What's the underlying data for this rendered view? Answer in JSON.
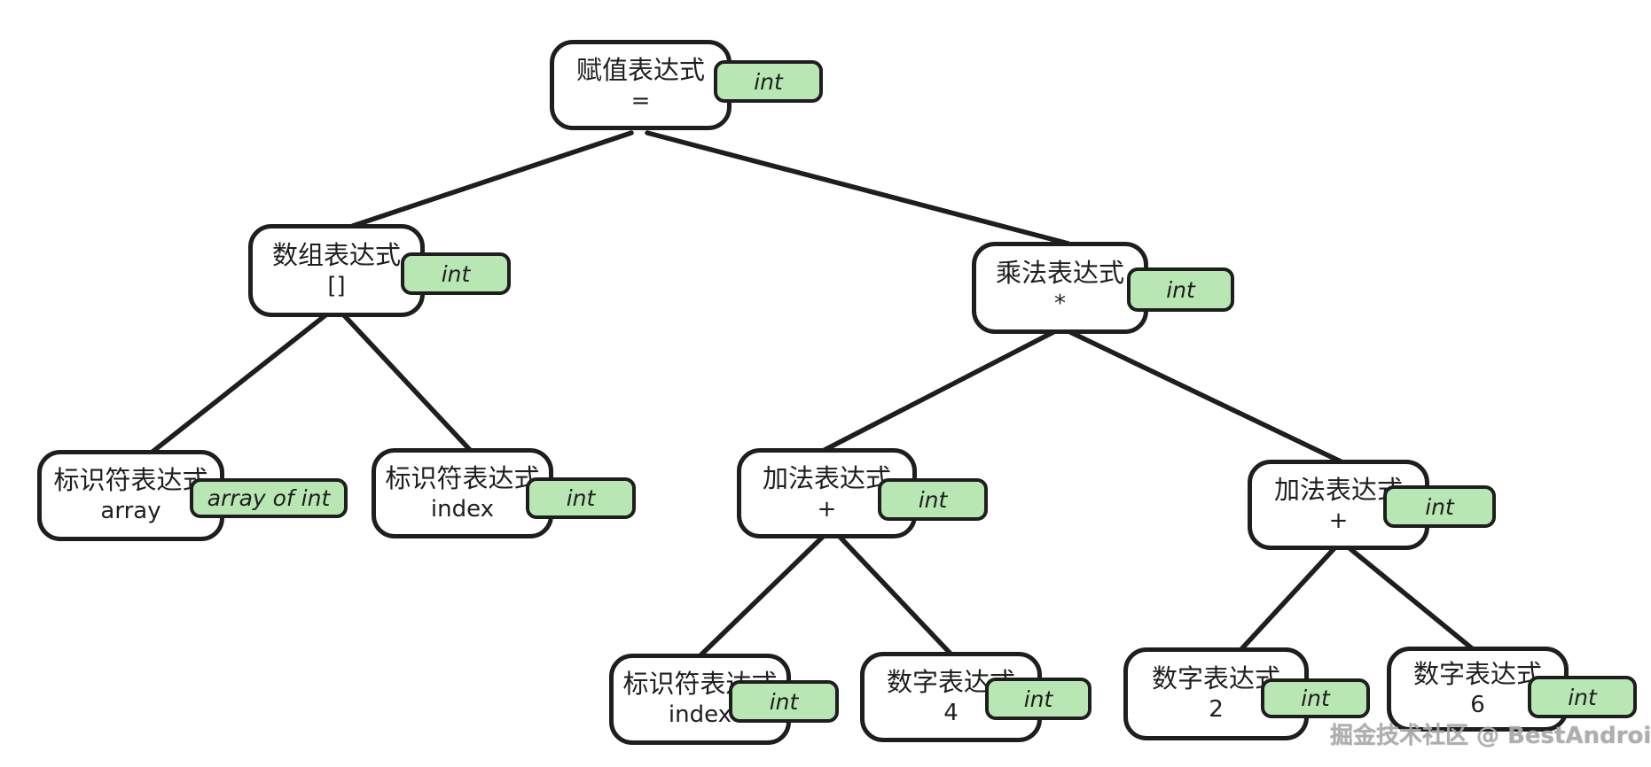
{
  "diagram": {
    "nodes": [
      {
        "title": "赋值表达式",
        "subtitle": "=",
        "type": "int"
      },
      {
        "title": "数组表达式",
        "subtitle": "[]",
        "type": "int"
      },
      {
        "title": "乘法表达式",
        "subtitle": "*",
        "type": "int"
      },
      {
        "title": "标识符表达式",
        "subtitle": "array",
        "type": "array of int"
      },
      {
        "title": "标识符表达式",
        "subtitle": "index",
        "type": "int"
      },
      {
        "title": "加法表达式",
        "subtitle": "+",
        "type": "int"
      },
      {
        "title": "加法表达式",
        "subtitle": "+",
        "type": "int"
      },
      {
        "title": "标识符表达式",
        "subtitle": "index",
        "type": "int"
      },
      {
        "title": "数字表达式",
        "subtitle": "4",
        "type": "int"
      },
      {
        "title": "数字表达式",
        "subtitle": "2",
        "type": "int"
      },
      {
        "title": "数字表达式",
        "subtitle": "6",
        "type": "int"
      }
    ],
    "edges": [
      {
        "from": 0,
        "to": 1
      },
      {
        "from": 0,
        "to": 2
      },
      {
        "from": 1,
        "to": 3
      },
      {
        "from": 1,
        "to": 4
      },
      {
        "from": 2,
        "to": 5
      },
      {
        "from": 2,
        "to": 6
      },
      {
        "from": 5,
        "to": 7
      },
      {
        "from": 5,
        "to": 8
      },
      {
        "from": 6,
        "to": 9
      },
      {
        "from": 6,
        "to": 10
      }
    ],
    "colors": {
      "badge_fill": "#b9e7b4",
      "border": "#1e1e1e",
      "background": "#ffffff"
    }
  },
  "watermark": {
    "text": "掘金技术社区 @ BestAndroid"
  }
}
